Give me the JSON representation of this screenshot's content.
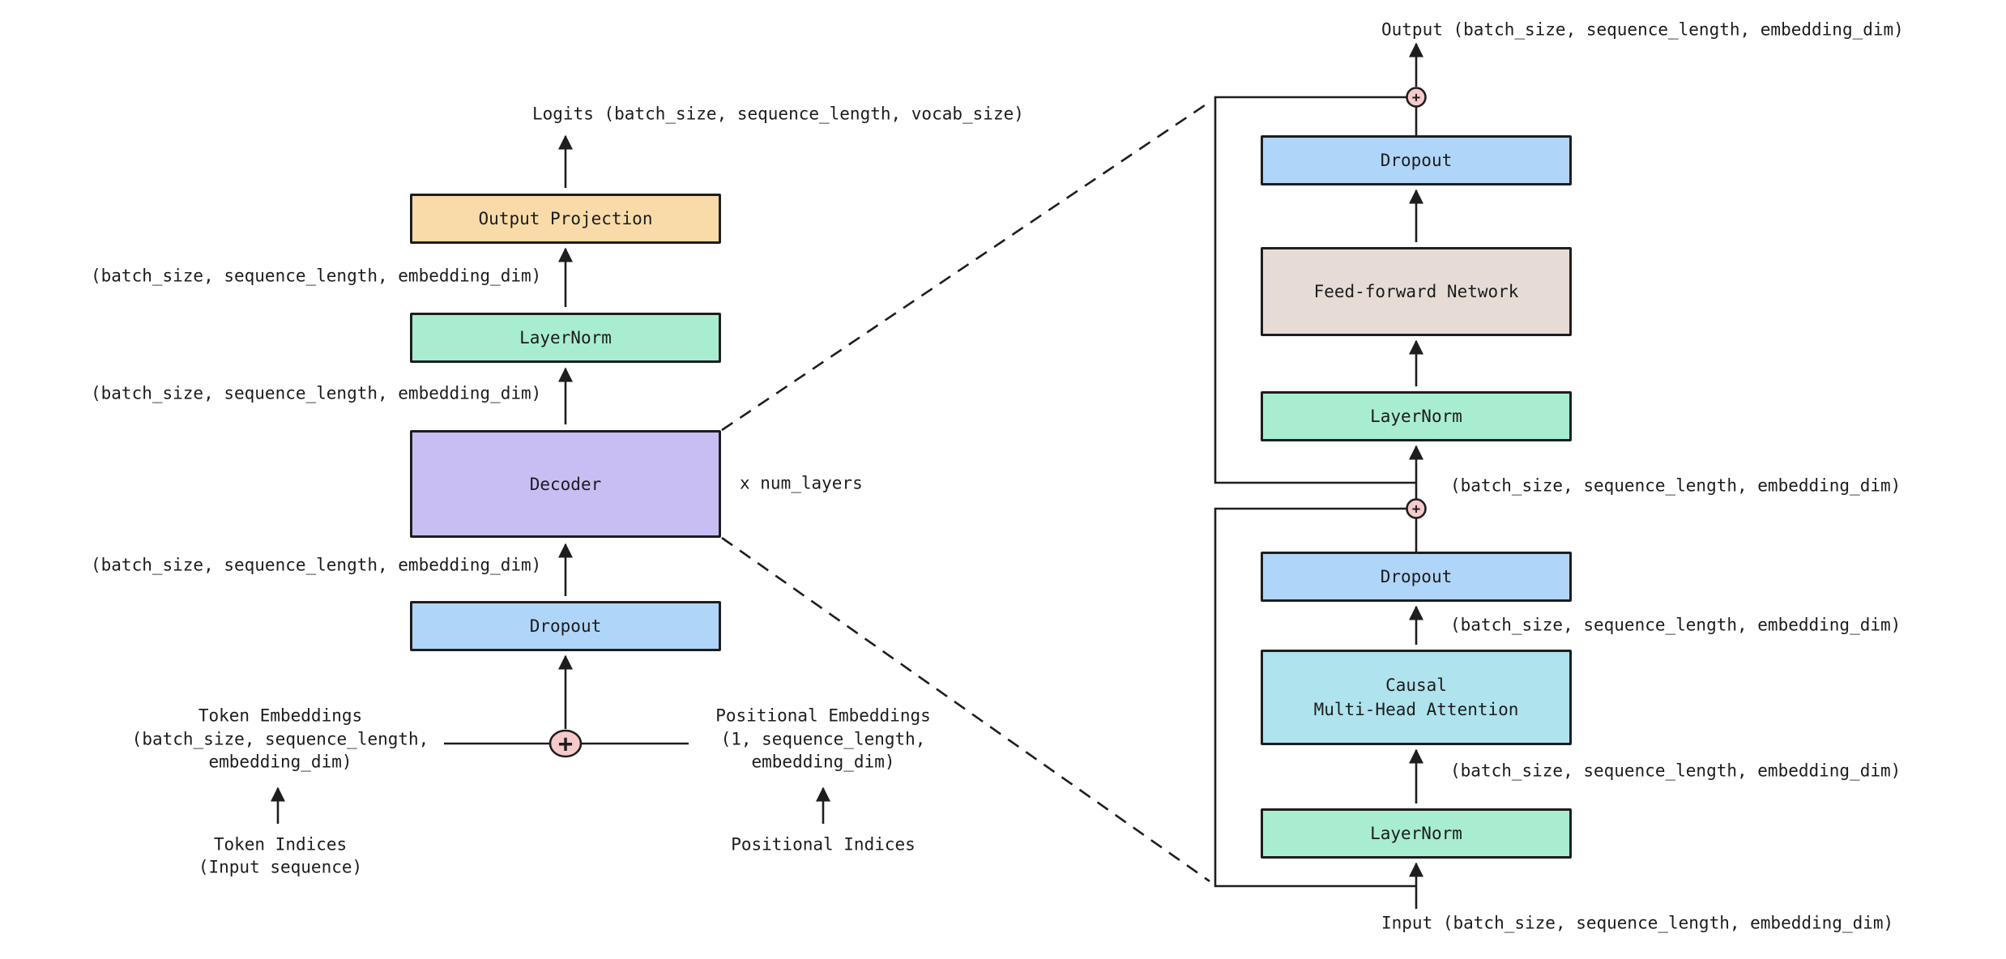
{
  "colors": {
    "output_projection": "#F8DBA9",
    "layernorm": "#A9EDD1",
    "decoder": "#C9BEF4",
    "dropout": "#AFD5F8",
    "ffn": "#E6DCD5",
    "attention": "#AFE3EE",
    "adder": "#F6CACB",
    "line": "#1E1E1E"
  },
  "shape_label": "(batch_size, sequence_length, embedding_dim)",
  "left": {
    "top_label": "Logits (batch_size, sequence_length, vocab_size)",
    "boxes": {
      "output_projection": "Output Projection",
      "layernorm": "LayerNorm",
      "decoder": "Decoder",
      "dropout": "Dropout"
    },
    "repeat_label": "x num_layers",
    "adder_symbol": "+",
    "token_embeddings": {
      "line1": "Token Embeddings",
      "line2": "(batch_size, sequence_length,",
      "line3": "embedding_dim)"
    },
    "positional_embeddings": {
      "line1": "Positional Embeddings",
      "line2": "(1, sequence_length,",
      "line3": "embedding_dim)"
    },
    "token_indices": {
      "line1": "Token Indices",
      "line2": "(Input sequence)"
    },
    "positional_indices": "Positional Indices"
  },
  "right": {
    "output_label": "Output (batch_size, sequence_length, embedding_dim)",
    "input_label": "Input (batch_size, sequence_length, embedding_dim)",
    "boxes": {
      "dropout_top": "Dropout",
      "ffn": "Feed-forward Network",
      "layernorm_mid": "LayerNorm",
      "dropout_mid": "Dropout",
      "attention_line1": "Causal",
      "attention_line2": "Multi-Head Attention",
      "layernorm_bottom": "LayerNorm"
    },
    "adder_symbol": "+"
  }
}
